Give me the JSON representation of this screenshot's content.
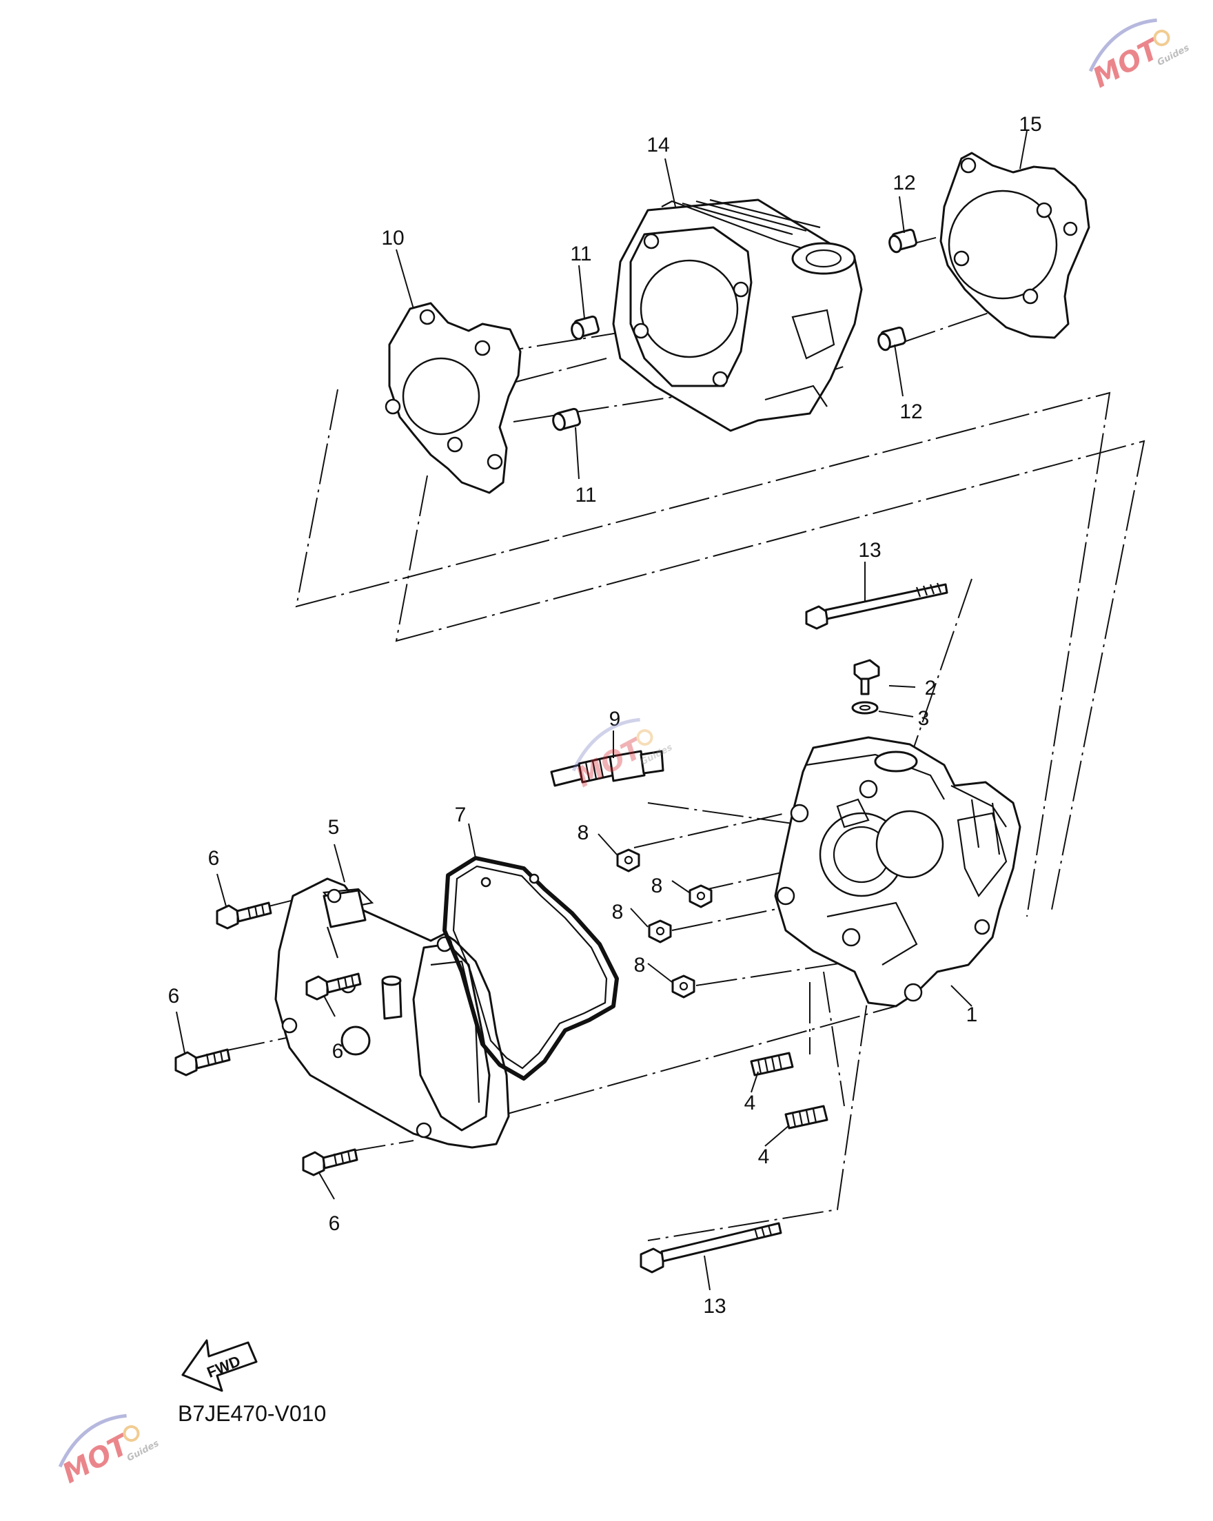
{
  "diagram": {
    "code": "B7JE470-V010",
    "fwd_label": "FWD",
    "callouts": {
      "c1": "1",
      "c2": "2",
      "c3": "3",
      "c4a": "4",
      "c4b": "4",
      "c5": "5",
      "c6a": "6",
      "c6b": "6",
      "c6c": "6",
      "c6d": "6",
      "c7": "7",
      "c8a": "8",
      "c8b": "8",
      "c8c": "8",
      "c8d": "8",
      "c9": "9",
      "c10": "10",
      "c11a": "11",
      "c11b": "11",
      "c12a": "12",
      "c12b": "12",
      "c13a": "13",
      "c13b": "13",
      "c14": "14",
      "c15": "15"
    }
  },
  "watermark": {
    "logo_text": "MOT",
    "logo_sub": "Guides",
    "accent_color": "#d9252e",
    "secondary_color": "#7b7fc4"
  }
}
